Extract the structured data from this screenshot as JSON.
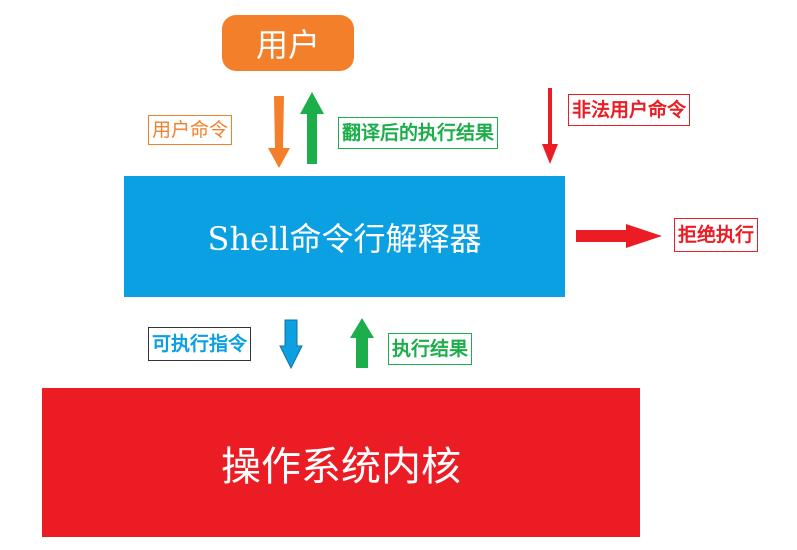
{
  "user": {
    "text": "用户",
    "color": "#f47f2a"
  },
  "shell": {
    "text": "Shell命令行解释器",
    "color": "#0aa0e2"
  },
  "kernel": {
    "text": "操作系统内核",
    "color": "#ec1c24"
  },
  "labels": {
    "user_command": {
      "text": "用户命令",
      "color": "#f47f2a"
    },
    "translated_result": {
      "text": "翻译后的执行结果",
      "color": "#1cae4b"
    },
    "illegal_command": {
      "text": "非法用户命令",
      "color": "#ec1c24"
    },
    "reject": {
      "text": "拒绝执行",
      "color": "#ec1c24"
    },
    "executable_command": {
      "text": "可执行指令",
      "color": "#0aa0e2"
    },
    "exec_result": {
      "text": "执行结果",
      "color": "#1cae4b"
    }
  },
  "arrow_colors": {
    "orange": "#f47f2a",
    "green": "#1cae4b",
    "red": "#ec1c24",
    "blue": "#0aa0e2"
  }
}
